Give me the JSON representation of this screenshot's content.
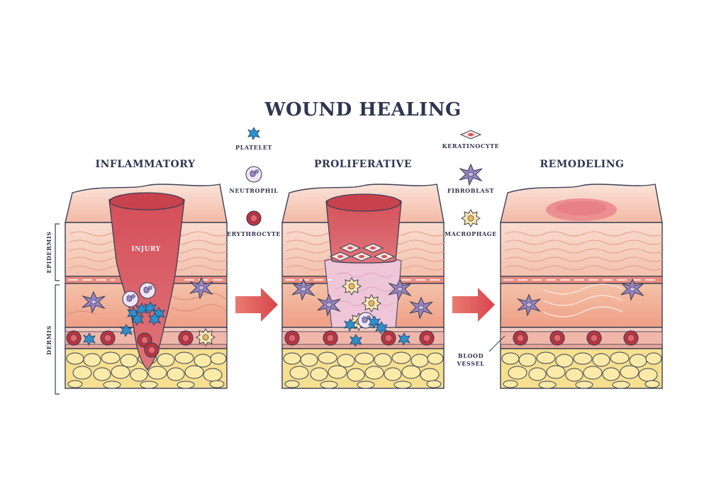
{
  "title": "WOUND HEALING",
  "stages": [
    {
      "label": "INFLAMMATORY"
    },
    {
      "label": "PROLIFERATIVE"
    },
    {
      "label": "REMODELING"
    }
  ],
  "layer_labels": {
    "epidermis": "EPIDERMIS",
    "dermis": "DERMIS"
  },
  "injury_label": "INJURY",
  "legend_left": [
    {
      "label": "PLATELET",
      "icon": "platelet-icon"
    },
    {
      "label": "NEUTROPHIL",
      "icon": "neutrophil-icon"
    },
    {
      "label": "ERYTHROCYTE",
      "icon": "erythrocyte-icon"
    }
  ],
  "legend_right": [
    {
      "label": "KERATINOCYTE",
      "icon": "keratinocyte-icon"
    },
    {
      "label": "FIBROBLAST",
      "icon": "fibroblast-icon"
    },
    {
      "label": "MACROPHAGE",
      "icon": "macrophage-icon"
    }
  ],
  "blood_vessel_label": [
    "BLOOD",
    "VESSEL"
  ],
  "colors": {
    "outline": "#3a3f55",
    "skin_top": "#f6c7b6",
    "epidermis": "#f7d2c2",
    "dermis": "#f2b49c",
    "wound": "#d9535b",
    "fat": "#f6e08f",
    "platelet": "#2f8fc9",
    "fibroblast": "#9a86c2",
    "arrow": "#e2585a"
  }
}
